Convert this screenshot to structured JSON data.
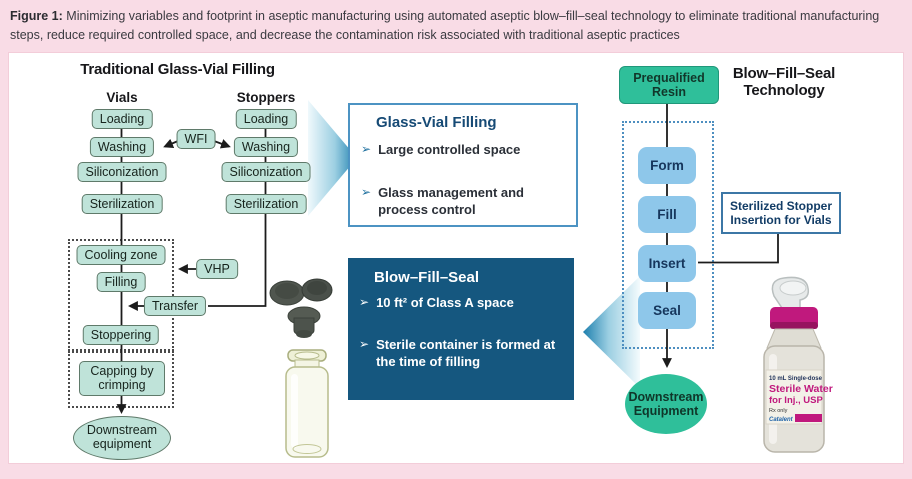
{
  "figure_caption": {
    "label": "Figure 1:",
    "text": "Minimizing variables and footprint in aseptic manufacturing using automated aseptic blow–fill–seal technology to eliminate traditional manufacturing steps, reduce required controlled space, and decrease the contamination risk associated with traditional aseptic practices"
  },
  "traditional": {
    "title": "Traditional Glass-Vial Filling",
    "columns": [
      {
        "label": "Vials",
        "steps": [
          "Loading",
          "Washing",
          "Siliconization",
          "Sterilization"
        ]
      },
      {
        "label": "Stoppers",
        "steps": [
          "Loading",
          "Washing",
          "Siliconization",
          "Sterilization"
        ]
      }
    ],
    "wfi_label": "WFI",
    "vhp_label": "VHP",
    "transfer_label": "Transfer",
    "cooling_zone": "Cooling zone",
    "filling": "Filling",
    "stoppering": "Stoppering",
    "capping": "Capping by crimping",
    "downstream": "Downstream equipment"
  },
  "glass_vial_callout": {
    "title": "Glass-Vial Filling",
    "bullets": [
      "Large controlled space",
      "Glass management and process control"
    ]
  },
  "bfs_callout": {
    "title": "Blow–Fill–Seal",
    "bullets": [
      "10 ft² of Class A space",
      "Sterile container is formed at the time of filling"
    ]
  },
  "bfs": {
    "title": "Blow–Fill–Seal Technology",
    "resin": "Prequalified Resin",
    "steps": [
      "Form",
      "Fill",
      "Insert",
      "Seal"
    ],
    "stopper_note": "Sterilized Stopper Insertion for Vials",
    "downstream": "Downstream Equipment"
  },
  "bfs_vial_label": {
    "line1": "10 mL Single-dose",
    "line2": "Sterile Water",
    "line3": "for Inj., USP",
    "line4": "Rx only",
    "brand": "Catalent"
  },
  "icons": {
    "bullet": "➢"
  },
  "colors": {
    "pink_background": "#f9dce6",
    "teal_step_box": "#bfe3d9",
    "green_node": "#2fbf9a",
    "light_blue_step": "#8ec7ea",
    "dark_blue_panel": "#15577f",
    "accent_blue": "#1d7fae",
    "magenta_label": "#c0197d"
  }
}
